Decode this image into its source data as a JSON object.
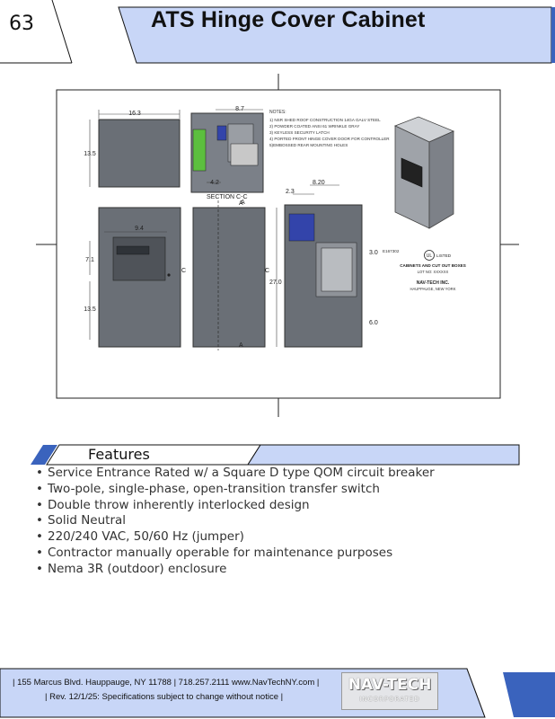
{
  "header": {
    "page_number": "63",
    "title": "ATS Hinge Cover Cabinet"
  },
  "drawing": {
    "notes_title": "NOTES:",
    "notes": [
      "1) NSR SHED ROOF CONSTRUCTION 14GA GALV STEEL",
      "2) POWDER COATED ANSI 61 WRINKLE GRAY",
      "3) KEYLESS SECURITY LATCH",
      "4) PORTED FRONT HINGE COVER DOOR FOR CONTROLLER",
      "5)EMBOSSED REAR MOUNTING HOLES"
    ],
    "dimensions": {
      "top_width": "16.3",
      "top_height": "13.5",
      "side_depth": "8.7",
      "side_offset": "4.2",
      "front_width": "9.4",
      "front_upper": "7.1",
      "front_lower": "13.5",
      "overall_height": "27.0",
      "section_offset": "2.3",
      "section_depth": "8.20",
      "section_right": "3.0",
      "section_bottom": "6.0"
    },
    "section_label": "SECTION C-C",
    "section_marks": {
      "a": "A",
      "c": "C"
    },
    "ul_file": "E167302",
    "ul_listed": "LISTED",
    "ul_caption": "CABINETS AND CUT OUT BOXES",
    "lot_no": "LOT NO: XXXXXX",
    "company": "NAV-TECH INC.",
    "company_location": "HAUPPAUGE, NEW YORK"
  },
  "features": {
    "heading": "Features",
    "items": [
      "Service Entrance Rated w/ a Square D type QOM circuit breaker",
      "Two-pole, single-phase, open-transition transfer switch",
      "Double throw inherently interlocked design",
      "Solid Neutral",
      "220/240 VAC, 50/60 Hz (jumper)",
      "Contractor manually operable for maintenance purposes",
      "Nema 3R (outdoor) enclosure"
    ]
  },
  "footer": {
    "line1": "| 155 Marcus Blvd. Hauppauge, NY 11788 | 718.257.2111 www.NavTechNY.com |",
    "line2": "| Rev. 12/1/25: Specifications subject to change without notice |",
    "logo_text": "NAV-TECH",
    "logo_subtext": "INCORPORATED"
  },
  "colors": {
    "accent_blue": "#3a63bd",
    "light_blue": "#c8d6f7",
    "cabinet_gray": "#676c73",
    "breaker_green": "#5cbf3e"
  }
}
